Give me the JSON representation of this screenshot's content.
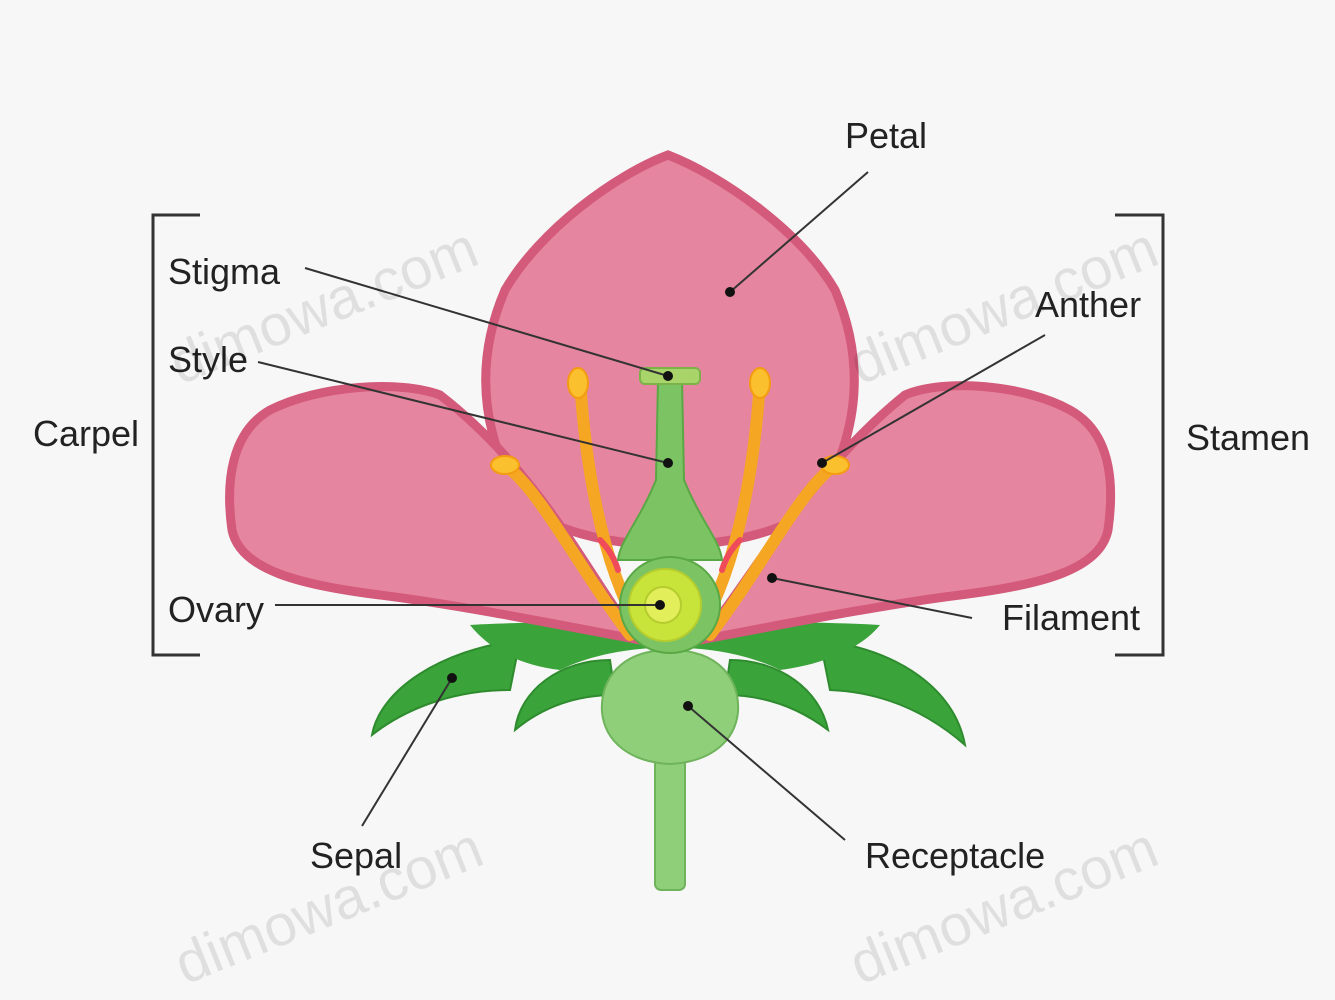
{
  "labels": {
    "petal": "Petal",
    "stigma": "Stigma",
    "style": "Style",
    "carpel": "Carpel",
    "anther": "Anther",
    "stamen": "Stamen",
    "ovary": "Ovary",
    "filament": "Filament",
    "sepal": "Sepal",
    "receptacle": "Receptacle"
  },
  "watermark": "dimowa.com",
  "colors": {
    "background": "#f7f7f7",
    "petal_fill": "#e6859f",
    "petal_outline": "#d35a7a",
    "sepal": "#3aa33a",
    "stem": "#8fcf7a",
    "carpel": "#7cc463",
    "ovary": "#c8e43a",
    "filament": "#f5a623",
    "anther": "#fbc02d",
    "line": "#333333"
  }
}
